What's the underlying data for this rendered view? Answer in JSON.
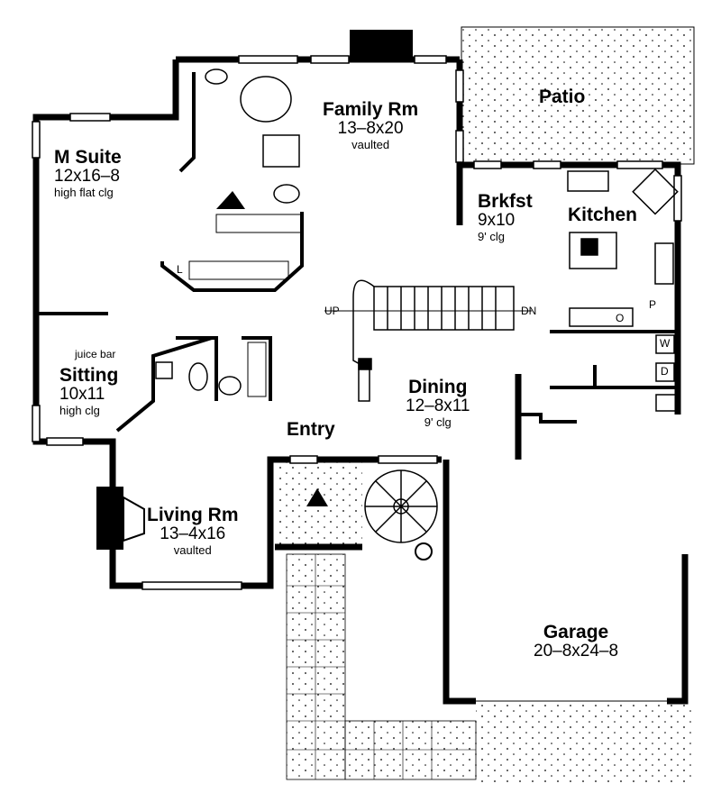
{
  "rooms": {
    "family": {
      "name": "Family Rm",
      "dims": "13–8x20",
      "note": "vaulted"
    },
    "patio": {
      "name": "Patio"
    },
    "msuite": {
      "name": "M Suite",
      "dims": "12x16–8",
      "note": "high flat clg"
    },
    "brkfst": {
      "name": "Brkfst",
      "dims": "9x10",
      "note": "9' clg"
    },
    "kitchen": {
      "name": "Kitchen"
    },
    "sitting": {
      "name": "Sitting",
      "dims": "10x11",
      "note": "high clg"
    },
    "dining": {
      "name": "Dining",
      "dims": "12–8x11",
      "note": "9' clg"
    },
    "entry": {
      "name": "Entry"
    },
    "living": {
      "name": "Living Rm",
      "dims": "13–4x16",
      "note": "vaulted"
    },
    "garage": {
      "name": "Garage",
      "dims": "20–8x24–8"
    }
  },
  "annotations": {
    "juice_bar": "juice bar",
    "stair_up": "UP",
    "stair_down": "DN",
    "linen": "L",
    "washer": "W",
    "dryer": "D",
    "oven": "O",
    "pantry": "P"
  },
  "colors": {
    "wall": "#000000",
    "background": "#ffffff",
    "stipple": "#000000"
  }
}
